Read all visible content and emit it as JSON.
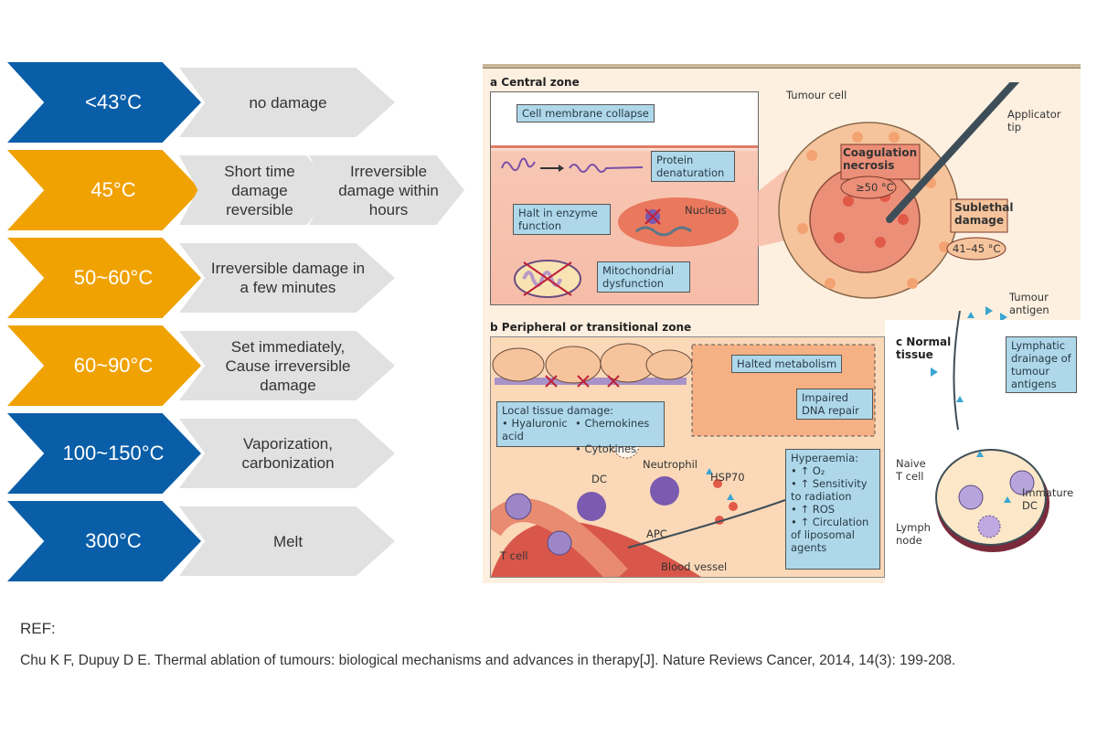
{
  "temperature_ladder": [
    {
      "temp": "<43°C",
      "color": "#0a5ea8",
      "effects": [
        "no damage"
      ]
    },
    {
      "temp": "45°C",
      "color": "#f0a202",
      "effects": [
        "Short time damage reversible",
        "Irreversible damage within hours"
      ]
    },
    {
      "temp": "50~60°C",
      "color": "#f0a202",
      "effects": [
        "Irreversible damage in a few minutes"
      ]
    },
    {
      "temp": "60~90°C",
      "color": "#f0a202",
      "effects": [
        "Set immediately, Cause irreversible damage"
      ]
    },
    {
      "temp": "100~150°C",
      "color": "#0a5ea8",
      "effects": [
        "Vaporization, carbonization"
      ]
    },
    {
      "temp": "300°C",
      "color": "#0a5ea8",
      "effects": [
        "Melt"
      ]
    }
  ],
  "figure": {
    "central_zone": {
      "title": "a  Central zone",
      "labels": [
        "Cell membrane collapse",
        "Protein denaturation",
        "Halt in enzyme function",
        "Nucleus",
        "Mitochondrial dysfunction"
      ]
    },
    "tumour": {
      "tumour_cell": "Tumour cell",
      "applicator_tip": "Applicator tip",
      "coagulation": "Coagulation necrosis",
      "coag_temp": "≥50 °C",
      "sublethal": "Sublethal damage",
      "sublethal_temp": "41–45 °C",
      "tumour_antigen": "Tumour antigen"
    },
    "peripheral_zone": {
      "title": "b  Peripheral or transitional zone",
      "halted_metabolism": "Halted metabolism",
      "impaired_dna": "Impaired DNA repair",
      "local_damage_title": "Local tissue damage:",
      "local_damage_items": [
        "• Hyaluronic acid",
        "• Chemokines",
        "• Cytokines"
      ],
      "neutrophil": "Neutrophil",
      "hsp70": "HSP70",
      "dc": "DC",
      "apc": "APC",
      "t_cell": "T cell",
      "blood_vessel": "Blood vessel",
      "hyperaemia_title": "Hyperaemia:",
      "hyperaemia_items": [
        "• ↑ O₂",
        "• ↑ Sensitivity to radiation",
        "• ↑ ROS",
        "• ↑ Circulation of liposomal agents"
      ]
    },
    "normal_tissue": {
      "title": "c  Normal tissue",
      "lymphatic": "Lymphatic drainage of tumour antigens",
      "naive_t_cell": "Naive T cell",
      "immature_dc": "Immature DC",
      "lymph_node": "Lymph node"
    }
  },
  "reference": {
    "heading": "REF:",
    "citation": "Chu K F, Dupuy D E. Thermal ablation of tumours: biological mechanisms and advances in therapy[J]. Nature Reviews Cancer, 2014, 14(3): 199-208."
  }
}
